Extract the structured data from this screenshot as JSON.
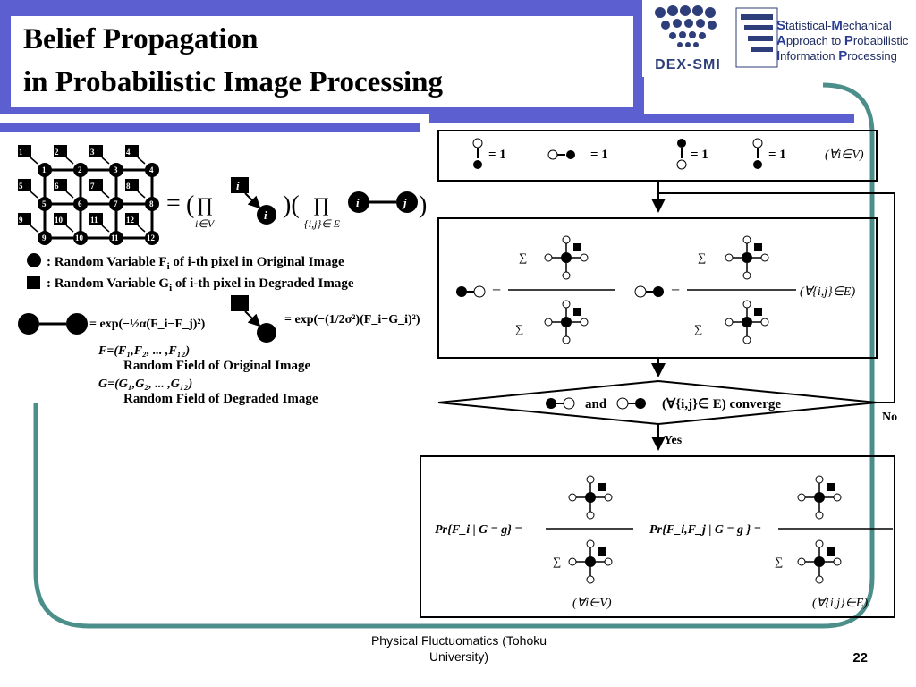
{
  "slide": {
    "title_line1": "Belief Propagation",
    "title_line2": "in Probabilistic Image Processing",
    "footer": "Physical Fluctuomatics (Tohoku University)",
    "page_number": "22"
  },
  "logos": {
    "dex_smi": "DEX-SMI",
    "smapip_line1": "tatistical-",
    "smapip_line1b": "echanical",
    "smapip_line2": "pproach to ",
    "smapip_line2b": "robabilistic",
    "smapip_line3": "nformation ",
    "smapip_line3b": "rocessing"
  },
  "left_panel": {
    "grid_node_labels": [
      "1",
      "2",
      "3",
      "4",
      "5",
      "6",
      "7",
      "8",
      "9",
      "10",
      "11",
      "12"
    ],
    "equals": "=",
    "prod_over_vertices": "i∈V",
    "prod_over_edges": "{i,j}∈ E",
    "node_i": "i",
    "node_j": "j",
    "legend_original": ": Random Variable F",
    "legend_original_sub": "i",
    "legend_original_rest": " of i-th pixel in Original Image",
    "legend_degraded": ": Random Variable G",
    "legend_degraded_sub": "i",
    "legend_degraded_rest": " of i-th pixel in Degraded Image",
    "edge_potential": "= exp(−½α(F_i−F_j)²)",
    "obs_potential": "= exp(−(1/2σ²)(F_i−G_i)²)",
    "field_F_def": "F=(F₁,F₂, ... ,F₁₂)",
    "field_F_name": "Random Field of Original Image",
    "field_G_def": "G=(G₁,G₂, ... ,G₁₂)",
    "field_G_name": "Random Field of Degraded Image"
  },
  "flowchart": {
    "init_equals_one": "= 1",
    "init_condition": "(∀i∈V)",
    "update_condition": "(∀{i,j}∈E)",
    "sum_Fj": "∑",
    "sum_Fi": "∑",
    "decision_and": "and",
    "decision_condition": "(∀{i,j}∈ E) converge",
    "decision_no": "No",
    "decision_yes": "Yes",
    "marginal_single": "Pr{F_i | G = g} =",
    "marginal_pair": "Pr{F_i,F_j | G = g } =",
    "marginal_single_condition": "(∀i∈V)",
    "marginal_pair_condition": "(∀{i,j}∈E)"
  },
  "colors": {
    "accent_band": "#5b5fd0",
    "frame_teal": "#4c8f8a",
    "ink": "#000000"
  }
}
